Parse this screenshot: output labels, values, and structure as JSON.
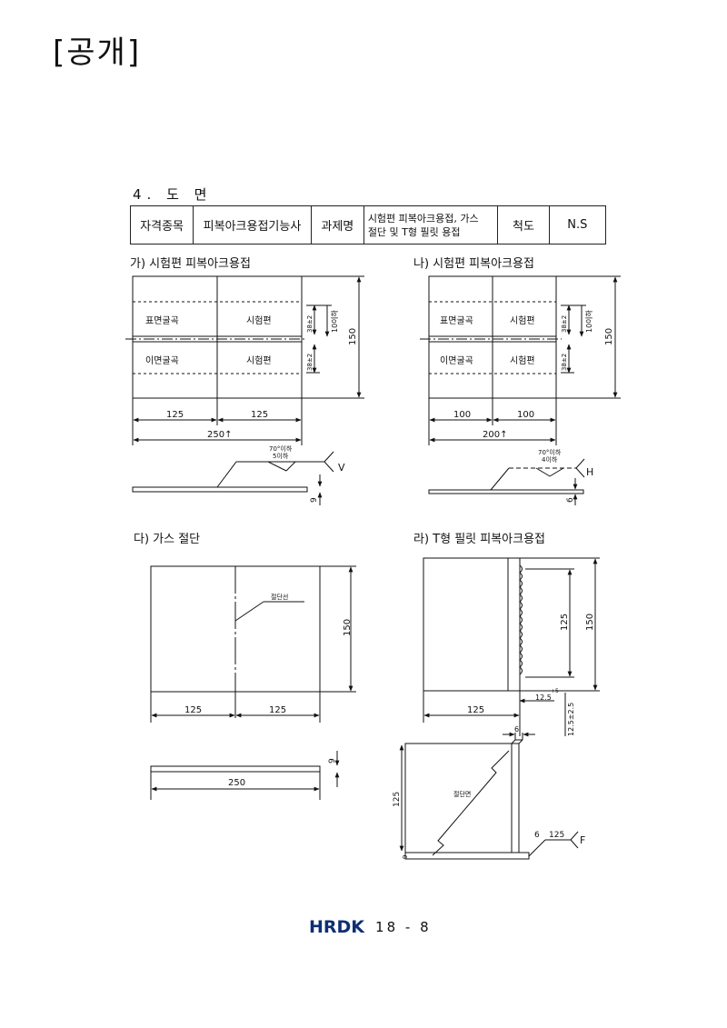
{
  "stamp": "[공개]",
  "section_title": "4. 도  면",
  "info_table": {
    "label_category": "자격종목",
    "value_category": "피복아크용접기능사",
    "label_task": "과제명",
    "value_task_line1": "시험편 피복아크용접, 가스",
    "value_task_line2": "절단 및 T형 필릿 용접",
    "label_scale": "척도",
    "value_scale": "N.S"
  },
  "captions": {
    "a": "가) 시험편 피복아크용접",
    "b": "나) 시험편 피복아크용접",
    "c": "다) 가스 절단",
    "d": "라) T형 필릿 피복아크용접"
  },
  "drawing_a": {
    "cell_face_bend": "표면굴곡",
    "cell_specimen_top": "시험편",
    "cell_root_bend": "이면굴곡",
    "cell_specimen_bottom": "시험편",
    "dim_upper": "38±2",
    "dim_lower": "38±2",
    "dim_max": "10이하",
    "dim_height": "150",
    "dim_left": "125",
    "dim_right": "125",
    "dim_total": "250↑",
    "angle_note_1": "70°이하",
    "angle_note_2": "5이하",
    "groove": "V",
    "thickness": "9"
  },
  "drawing_b": {
    "cell_face_bend": "표면굴곡",
    "cell_specimen_top": "시험편",
    "cell_root_bend": "이면굴곡",
    "cell_specimen_bottom": "시험편",
    "dim_upper": "38±2",
    "dim_lower": "38±2",
    "dim_max": "10이하",
    "dim_height": "150",
    "dim_left": "100",
    "dim_right": "100",
    "dim_total": "200↑",
    "angle_note_1": "70°이하",
    "angle_note_2": "4이하",
    "groove": "H",
    "thickness": "6"
  },
  "drawing_c": {
    "cut_line": "절단선",
    "dim_height": "150",
    "dim_left": "125",
    "dim_right": "125",
    "dim_total": "250",
    "thickness": "9"
  },
  "drawing_d": {
    "dim_weld": "125",
    "dim_height": "150",
    "dim_base": "125",
    "dim_offset": "12.5",
    "dim_offset_tol": "+5",
    "dim_side": "12.5±2.5",
    "iso_thickness_top": "6",
    "iso_height": "125",
    "iso_cut_line": "절단면",
    "iso_base_thickness": "9",
    "weld_size": "6",
    "weld_length": "125",
    "weld_type": "F"
  },
  "footer": {
    "logo": "HRDK",
    "page": "18 - 8"
  }
}
